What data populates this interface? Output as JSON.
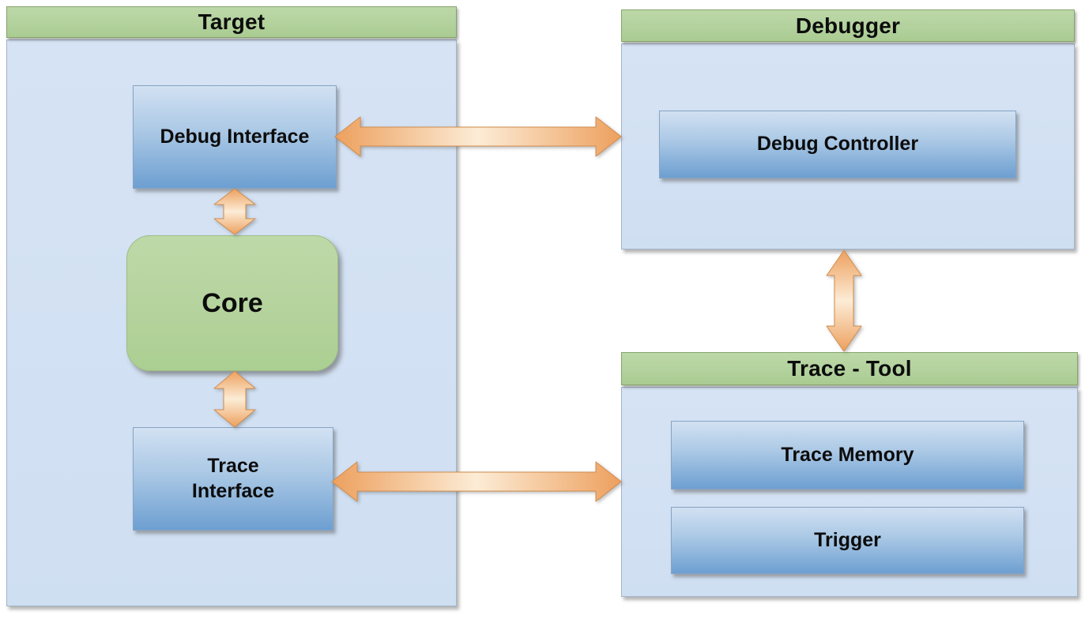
{
  "diagram": {
    "target": {
      "title": "Target",
      "debug_interface": "Debug Interface",
      "core": "Core",
      "trace_interface": "Trace\nInterface"
    },
    "debugger": {
      "title": "Debugger",
      "debug_controller": "Debug Controller"
    },
    "trace_tool": {
      "title": "Trace - Tool",
      "trace_memory": "Trace Memory",
      "trigger": "Trigger"
    },
    "connections": [
      {
        "from": "Debug Interface",
        "to": "Debugger",
        "bidirectional": true
      },
      {
        "from": "Debug Interface",
        "to": "Core",
        "bidirectional": true
      },
      {
        "from": "Core",
        "to": "Trace Interface",
        "bidirectional": true
      },
      {
        "from": "Trace Interface",
        "to": "Trace - Tool",
        "bidirectional": true
      },
      {
        "from": "Debugger",
        "to": "Trace - Tool",
        "bidirectional": true
      }
    ],
    "palette": {
      "header_green": "#b2d19c",
      "body_blue": "#d2e0f2",
      "box_blue_top": "#d2e1f2",
      "box_blue_bottom": "#6d9fd1",
      "core_green": "#b5d39d",
      "arrow_orange": "#eda05e",
      "arrow_highlight": "#fcecd6"
    }
  }
}
